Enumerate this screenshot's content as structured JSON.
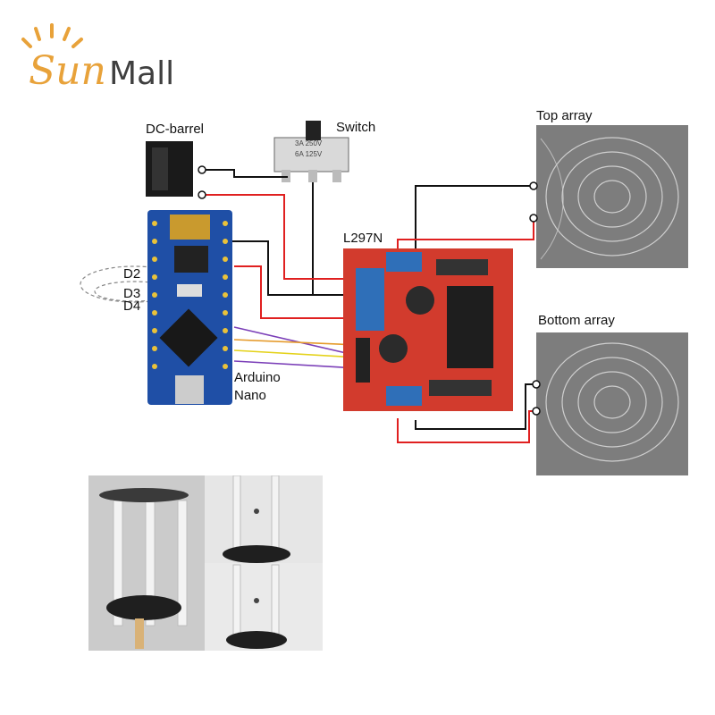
{
  "brand": {
    "name_part1": "Sun",
    "name_part2": "Mall",
    "color_primary": "#e8a23a",
    "color_secondary": "#3f3f3f"
  },
  "labels": {
    "dc_barrel": "DC-barrel",
    "switch": "Switch",
    "switch_rating_1": "3A 250V",
    "switch_rating_2": "6A 125V",
    "top_array": "Top array",
    "bottom_array": "Bottom array",
    "driver": "L297N",
    "pin_d2": "D2",
    "pin_d3": "D3",
    "pin_d4": "D4",
    "arduino_line1": "Arduino",
    "arduino_line2": "Nano"
  },
  "colors": {
    "wire_red": "#e02020",
    "wire_black": "#111111",
    "board_blue": "#1f4fa6",
    "driver_red": "#d23b2d",
    "wire_purple": "#7b3fb8",
    "wire_orange": "#e59a2a",
    "wire_yellow": "#e4d21a"
  }
}
